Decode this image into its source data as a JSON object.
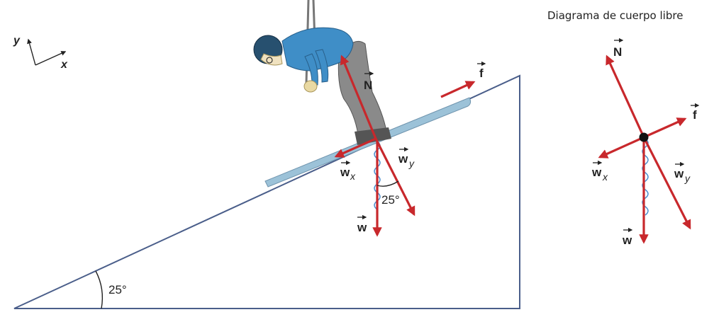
{
  "diagram": {
    "title": "Diagrama de cuerpo libre",
    "axes": {
      "y_label": "y",
      "x_label": "x"
    },
    "incline_angle": "25°",
    "tilt_angle": "25°",
    "vectors": {
      "normal": {
        "symbol": "N"
      },
      "friction": {
        "symbol": "f"
      },
      "weight": {
        "symbol": "w"
      },
      "weight_x": {
        "symbol": "w",
        "subscript": "x"
      },
      "weight_y": {
        "symbol": "w",
        "subscript": "y"
      }
    },
    "colors": {
      "force": "#c8282c",
      "incline": "#4a5e8a",
      "spring": "#4a8fcf",
      "skier_jacket": "#3f8ec7",
      "skier_pants": "#8a8a8a",
      "ski": "#9cc2d8"
    },
    "icons": {
      "arrow": "arrow-icon",
      "spring": "spring-icon"
    }
  }
}
